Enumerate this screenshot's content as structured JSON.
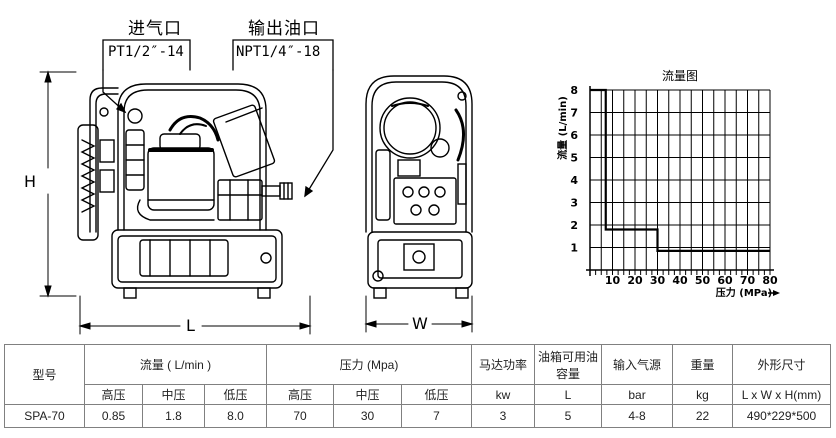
{
  "callouts": {
    "inlet": {
      "title": "进气口",
      "spec": "PT1/2″-14"
    },
    "outlet": {
      "title": "输出油口",
      "spec": "NPT1/4″-18"
    }
  },
  "dimensions": {
    "height": "H",
    "length": "L",
    "width": "W"
  },
  "chart_data": {
    "type": "line",
    "title": "流量图",
    "xlabel": "压力 (MPa)",
    "ylabel": "流量 (L/min)",
    "x_ticks": [
      10,
      20,
      30,
      40,
      50,
      60,
      70,
      80
    ],
    "y_ticks": [
      1,
      2,
      3,
      4,
      5,
      6,
      7,
      8
    ],
    "xlim": [
      0,
      80
    ],
    "ylim": [
      0,
      8
    ],
    "grid": true,
    "series": [
      {
        "x": [
          0,
          7,
          7,
          30,
          30,
          80
        ],
        "y": [
          8,
          8,
          1.8,
          1.8,
          0.85,
          0.85
        ]
      }
    ]
  },
  "table": {
    "headers": {
      "model": "型号",
      "flow": "流量 ( L/min )",
      "pressure": "压力 (Mpa)",
      "motor": "马达功率",
      "tank": "油箱可用油容量",
      "air": "输入气源",
      "weight": "重量",
      "size": "外形尺寸"
    },
    "subheaders": {
      "flow_high": "高压",
      "flow_mid": "中压",
      "flow_low": "低压",
      "pres_high": "高压",
      "pres_mid": "中压",
      "pres_low": "低压",
      "motor_unit": "kw",
      "tank_unit": "L",
      "air_unit": "bar",
      "weight_unit": "kg",
      "size_unit": "L x W x H(mm)"
    },
    "row": {
      "model": "SPA-70",
      "flow_high": "0.85",
      "flow_mid": "1.8",
      "flow_low": "8.0",
      "pres_high": "70",
      "pres_mid": "30",
      "pres_low": "7",
      "motor": "3",
      "tank": "5",
      "air": "4-8",
      "weight": "22",
      "size": "490*229*500"
    }
  }
}
